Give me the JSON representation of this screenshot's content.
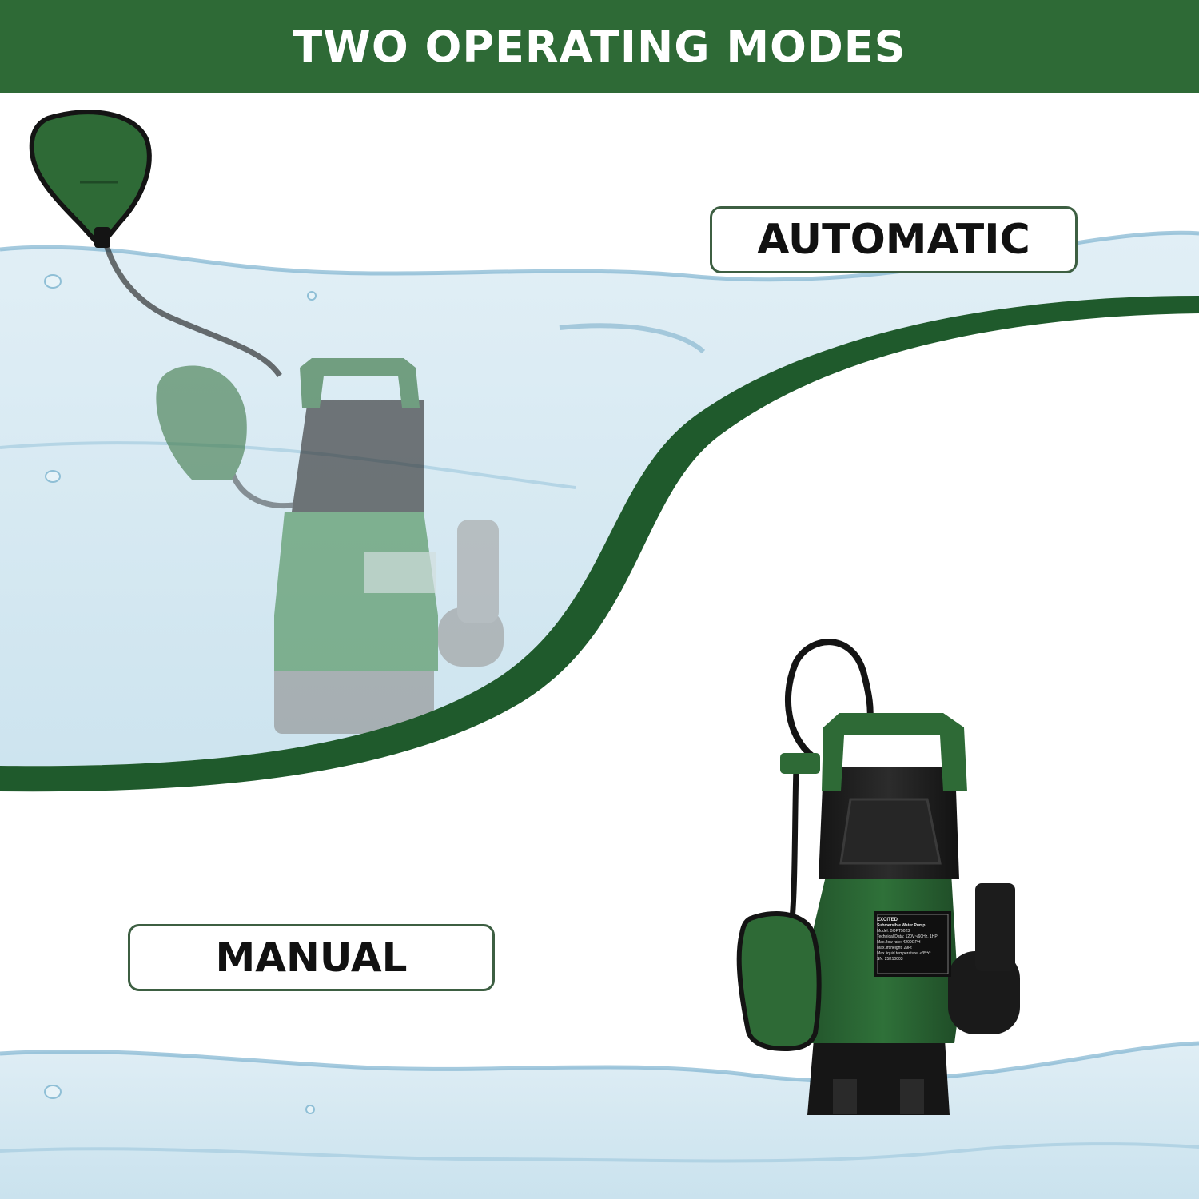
{
  "header": {
    "title": "TWO OPERATING MODES"
  },
  "modes": [
    {
      "label": "AUTOMATIC"
    },
    {
      "label": "MANUAL"
    }
  ],
  "pump_label": {
    "brand": "EXCITED",
    "product": "Submersible Water Pump",
    "rows": [
      "Model: BOPT5023",
      "Technical Data: 120V~/60Hz, 1HP",
      "Max.flow rate: 4200GPH",
      "Max.lift height: 29Ft",
      "Max.liquid temperature: ≤35℃",
      "SN: 25K10003"
    ]
  },
  "colors": {
    "header_bg": "#2e6a36",
    "brand_green": "#2d6b38",
    "dark_green_band": "#1f5a2c",
    "label_border": "#3d5f42",
    "water": "#cfe6f0"
  },
  "icons": [
    "float-switch-icon",
    "water-wave-icon",
    "pump-icon"
  ]
}
